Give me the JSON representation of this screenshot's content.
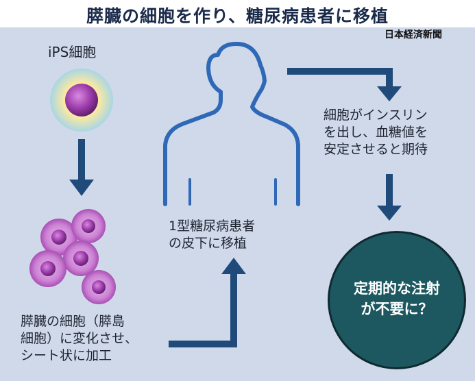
{
  "title": "膵臓の細胞を作り、糖尿病患者に移植",
  "credit": "日本経済新聞",
  "ips_label": "iPS細胞",
  "islet_label": [
    "膵臓の細胞（膵島",
    "細胞）に変化させ、",
    "シート状に加工"
  ],
  "patient_label": [
    "1型糖尿病患者",
    "の皮下に移植"
  ],
  "insulin_label": [
    "細胞がインスリン",
    "を出し、血糖値を",
    "安定させると期待"
  ],
  "result_text": [
    "定期的な注射",
    "が不要に？"
  ],
  "colors": {
    "background": "#cfd9ea",
    "arrow": "#1f4a7a",
    "body_outline": "#2e68b6",
    "cell": "#b64ec0",
    "result_circle": "#1d5760"
  }
}
